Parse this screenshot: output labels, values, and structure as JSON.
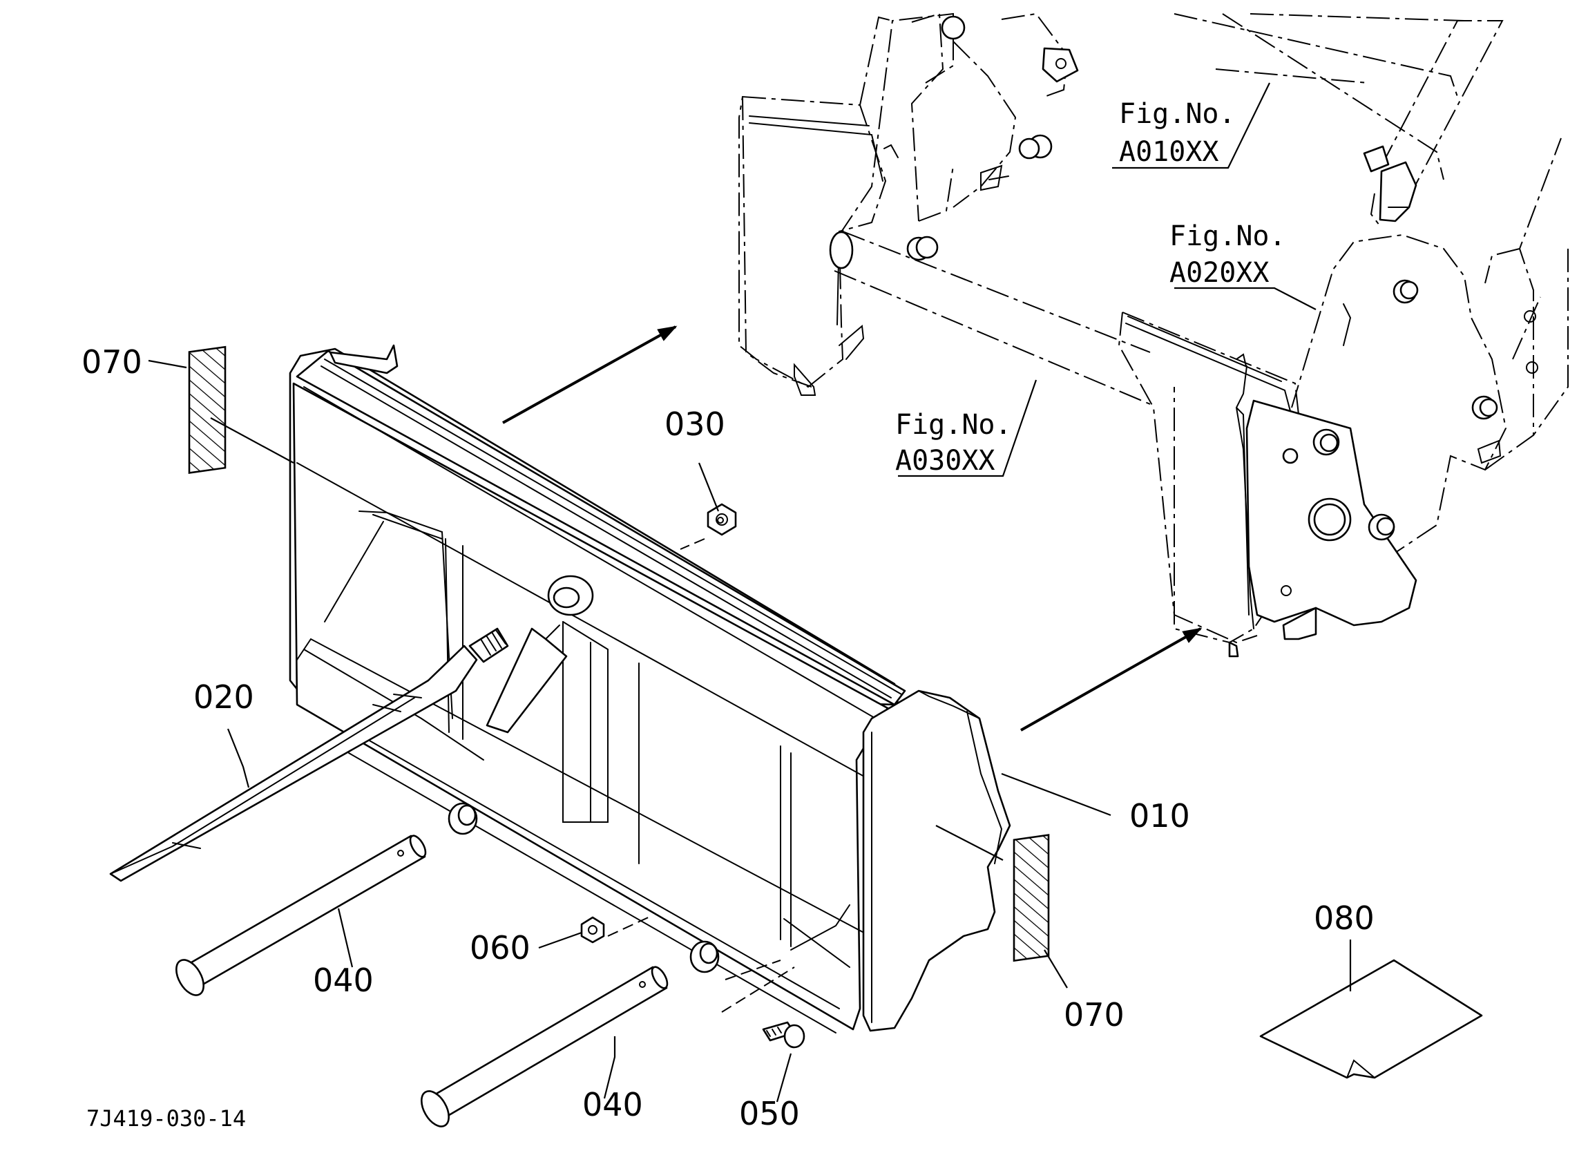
{
  "callouts": {
    "c010": "010",
    "c020": "020",
    "c030": "030",
    "c040a": "040",
    "c040b": "040",
    "c050": "050",
    "c060": "060",
    "c070a": "070",
    "c070b": "070",
    "c080": "080"
  },
  "fig_refs": {
    "a010": {
      "label": "Fig.No.",
      "code": "A010XX"
    },
    "a020": {
      "label": "Fig.No.",
      "code": "A020XX"
    },
    "a030": {
      "label": "Fig.No.",
      "code": "A030XX"
    }
  },
  "diagram_code": "7J419-030-14"
}
